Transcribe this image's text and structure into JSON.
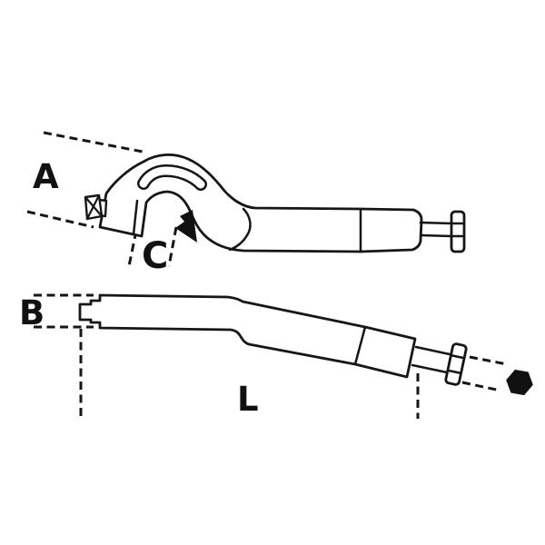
{
  "figure": {
    "background_color": "#ffffff",
    "line_color": "#161616",
    "solid_color": "#111111",
    "views": {
      "top_view": {
        "name": "hook-spanner-top-view",
        "labels": {
          "a": "A",
          "c": "C"
        }
      },
      "side_view": {
        "name": "hook-spanner-side-view",
        "labels": {
          "b": "B",
          "l": "L"
        }
      }
    }
  }
}
